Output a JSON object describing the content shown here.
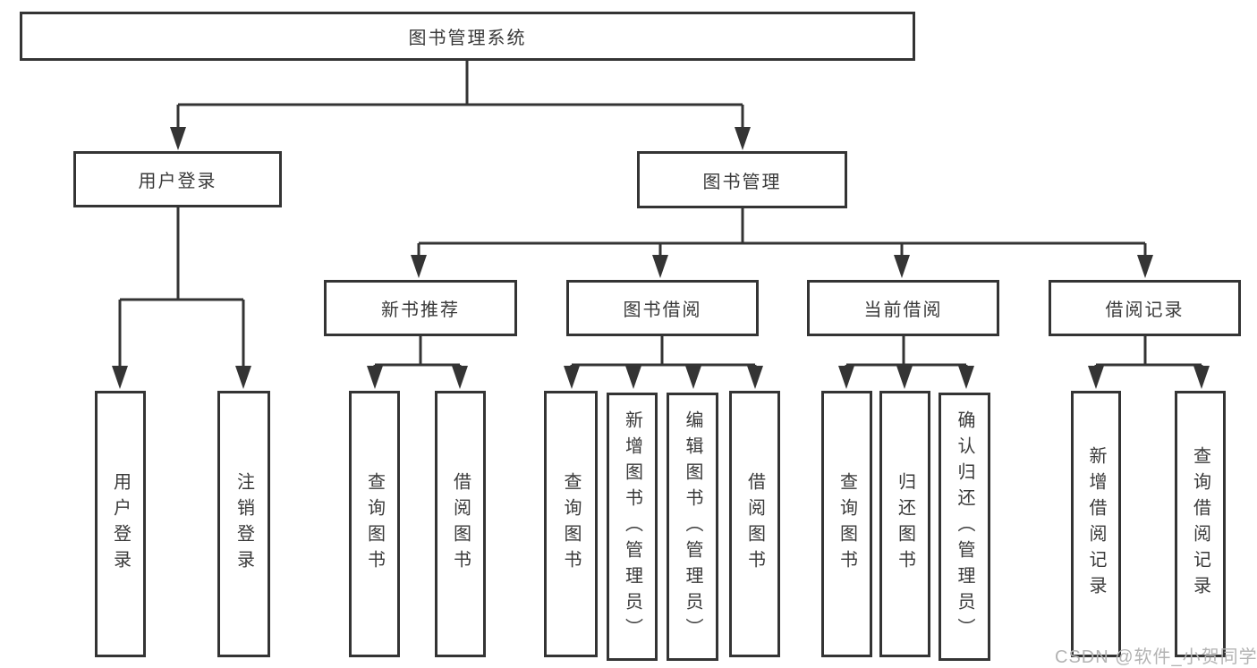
{
  "diagram": {
    "root": "图书管理系统",
    "level2": [
      "用户登录",
      "图书管理"
    ],
    "level3": [
      "新书推荐",
      "图书借阅",
      "当前借阅",
      "借阅记录"
    ],
    "leaves": [
      "用户登录",
      "注销登录",
      "查询图书",
      "借阅图书",
      "查询图书",
      "新增图书（管理员）",
      "编辑图书（管理员）",
      "借阅图书",
      "查询图书",
      "归还图书",
      "确认归还（管理员）",
      "新增借阅记录",
      "查询借阅记录"
    ]
  },
  "watermark": "CSDN @软件_小贺同学",
  "colors": {
    "line": "#343434",
    "text": "#3a3a3a",
    "box_background": "#ffffff",
    "watermark": "#b3b3b3",
    "background": "#ffffff"
  }
}
